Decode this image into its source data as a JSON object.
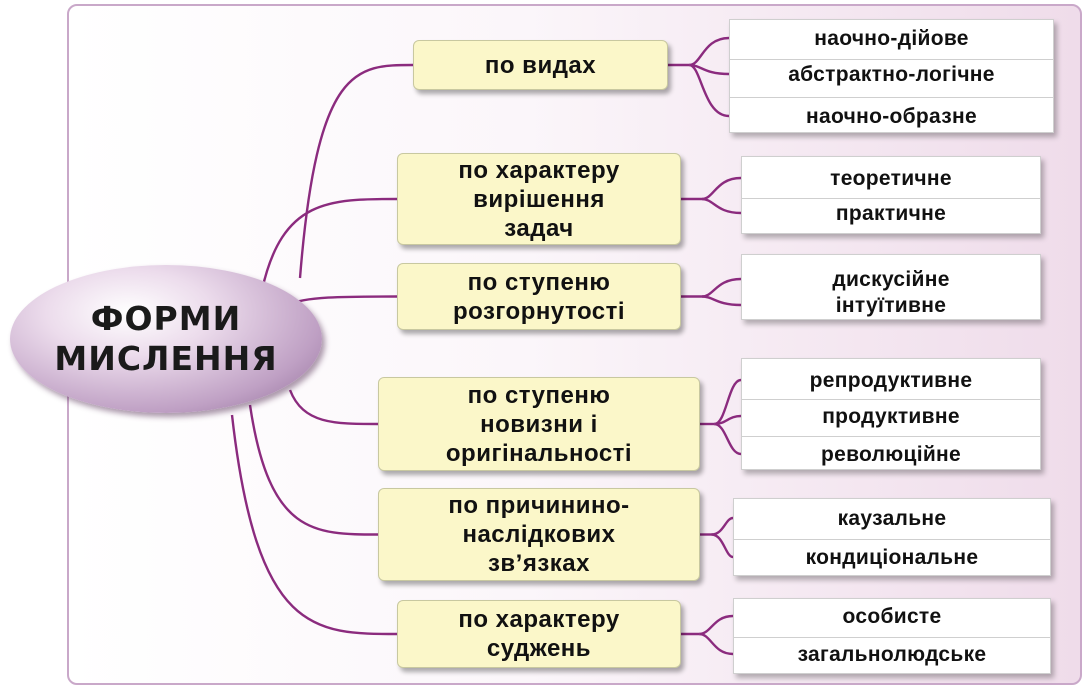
{
  "center": {
    "lines": [
      "ФОРМИ",
      "МИСЛЕННЯ"
    ]
  },
  "categories": [
    {
      "label": "по видах",
      "items": [
        "наочно-дійове",
        "абстрактно-логічне",
        "наочно-образне"
      ]
    },
    {
      "label": "по характеру\nвирішення\nзадач",
      "items": [
        "теоретичне",
        "практичне"
      ]
    },
    {
      "label": "по ступеню\nрозгорнутості",
      "items": [
        "дискусійне",
        "інтуїтивне"
      ]
    },
    {
      "label": "по ступеню\nновизни і\nоригінальності",
      "items": [
        "репродуктивне",
        "продуктивне",
        "революційне"
      ]
    },
    {
      "label": "по причинино-\nнаслідкових\nзв’язках",
      "items": [
        "каузальне",
        "кондиціональне"
      ]
    },
    {
      "label": "по характеру\nсуджень",
      "items": [
        "особисте",
        "загальнолюдське"
      ]
    }
  ],
  "colors": {
    "connector": "#8b2b7e",
    "category_fill": "#fbf7c9",
    "item_fill": "#ffffff",
    "center_fill": "#bfa0c4"
  }
}
